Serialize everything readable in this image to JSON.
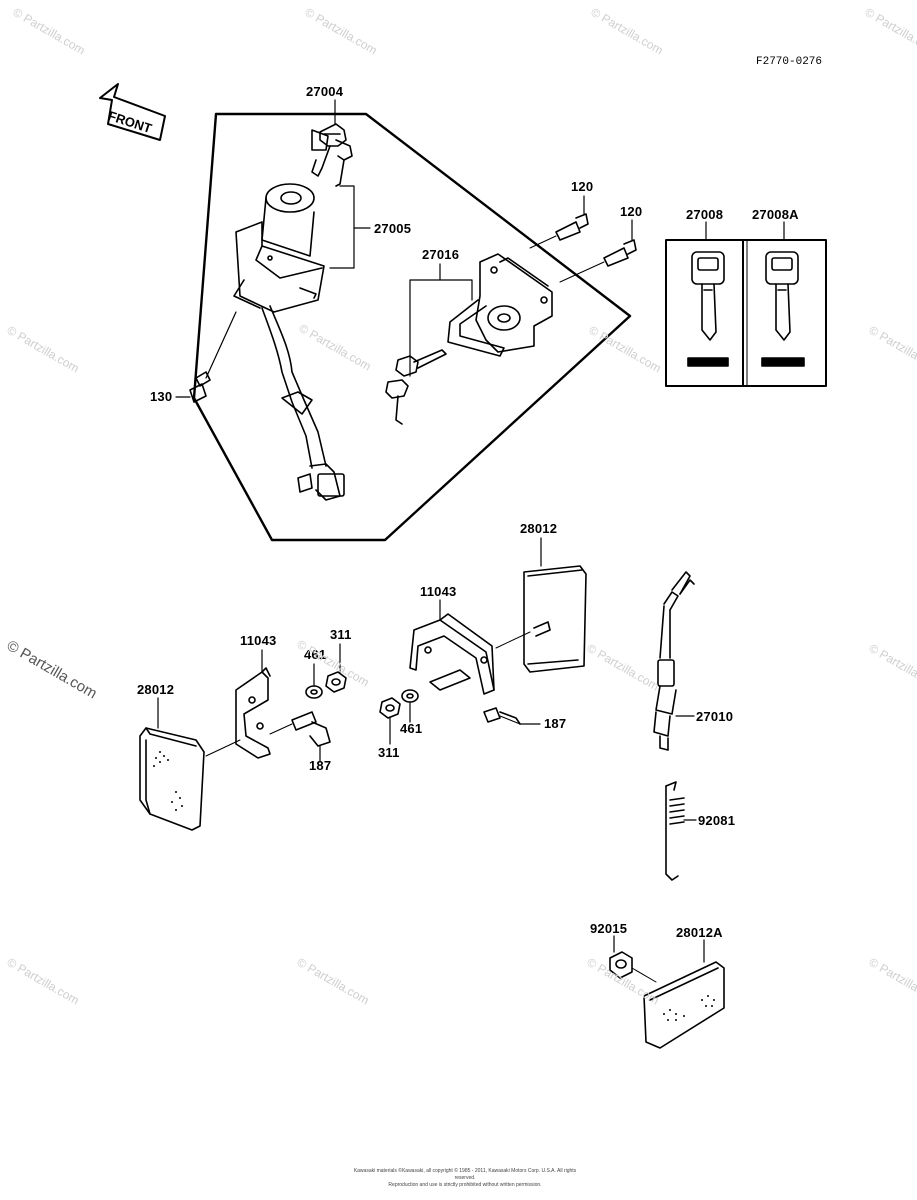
{
  "diagram": {
    "reference_code": "F2770-0276",
    "front_label": "FRONT",
    "part_labels": {
      "p27004": "27004",
      "p27005": "27005",
      "p27016": "27016",
      "p120a": "120",
      "p120b": "120",
      "p27008": "27008",
      "p27008A": "27008A",
      "p130": "130",
      "p28012_top": "28012",
      "p11043_right": "11043",
      "p11043_left": "11043",
      "p311_top": "311",
      "p461_top": "461",
      "p28012_left": "28012",
      "p187_left": "187",
      "p461_mid": "461",
      "p311_mid": "311",
      "p187_right": "187",
      "p27010": "27010",
      "p92081": "92081",
      "p92015": "92015",
      "p28012A": "28012A"
    },
    "watermark_text": "© Partzilla.com",
    "copyright_lines": [
      "Kawasaki materials ©Kawasaki, all copyright © 1985 - 2011, Kawasaki Motors Corp. U.S.A. All rights reserved.",
      "Reproduction and use is strictly prohibited without written permission."
    ]
  }
}
